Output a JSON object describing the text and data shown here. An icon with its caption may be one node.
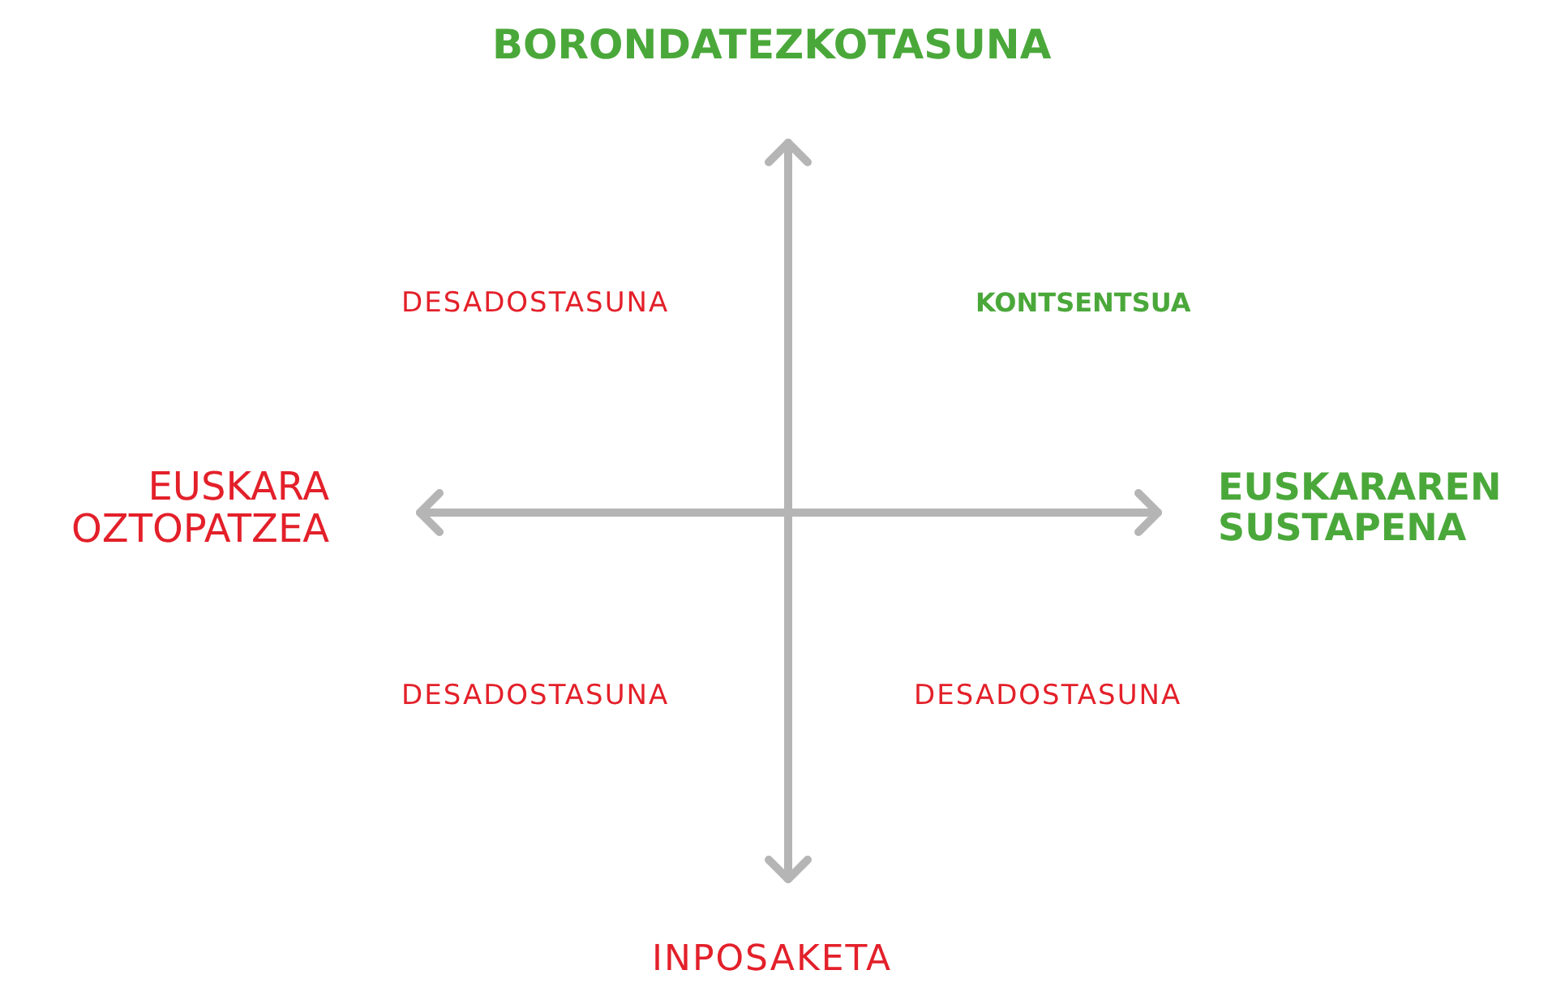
{
  "diagram": {
    "labels": [
      "BORONDATEZKOTASUNA",
      "DESADOSTASUNA",
      "KONTSENTSUA",
      "EUSKARA OZTOPATZEA",
      "EUSKARAREN SUSTAPENA",
      "DESADOSTASUNA",
      "DESADOSTASUNA",
      "INPOSAKETA"
    ]
  }
}
